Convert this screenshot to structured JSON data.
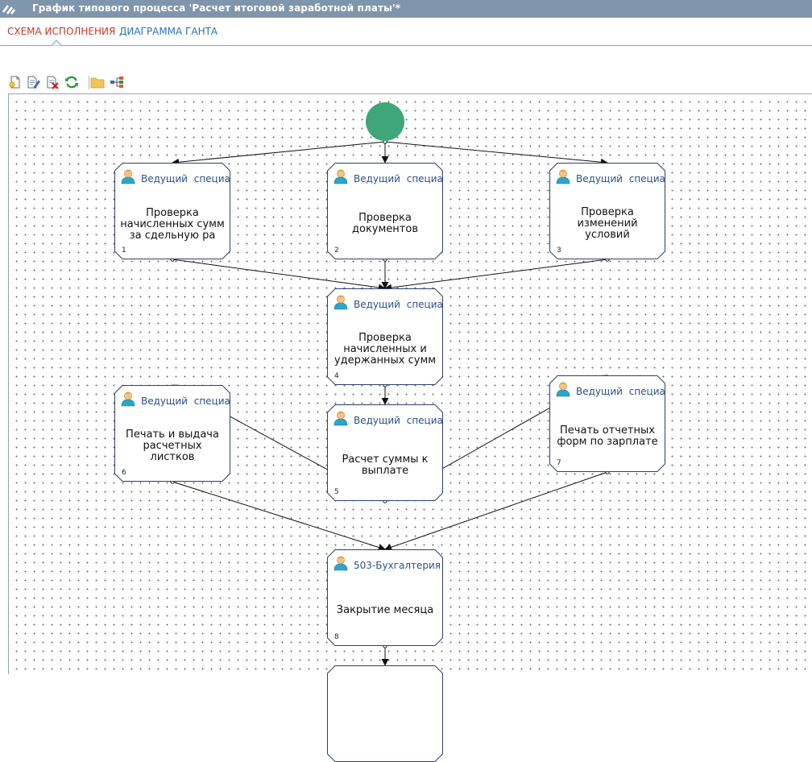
{
  "window": {
    "title": "График типового процесса  'Расчет итоговой заработной платы'*"
  },
  "tabs": [
    {
      "label": "СХЕМА ИСПОЛНЕНИЯ",
      "active": true
    },
    {
      "label": "ДИАГРАММА ГАНТА",
      "active": false
    }
  ],
  "toolbar": {
    "buttons": [
      {
        "icon": "new-document-icon"
      },
      {
        "icon": "edit-document-icon"
      },
      {
        "icon": "delete-document-icon"
      },
      {
        "icon": "refresh-icon"
      },
      {
        "icon": "folder-icon"
      },
      {
        "icon": "tree-icon"
      }
    ]
  },
  "colors": {
    "titlebar": "#7f95ac",
    "active_tab": "#c0392b",
    "inactive_tab": "#2f6fb0",
    "start_node": "#3fa67a",
    "node_border": "#2e3f6e",
    "role_text": "#2e4f86"
  },
  "process": {
    "nodes": [
      {
        "num": "1",
        "role": "Ведущий специа",
        "name": "Проверка начисленных сумм за сдельную ра"
      },
      {
        "num": "2",
        "role": "Ведущий специа",
        "name": "Проверка документов"
      },
      {
        "num": "3",
        "role": "Ведущий специа",
        "name": "Проверка изменений условий"
      },
      {
        "num": "4",
        "role": "Ведущий специа",
        "name": "Проверка начисленных и удержанных сумм"
      },
      {
        "num": "5",
        "role": "Ведущий специа",
        "name": "Расчет суммы к выплате"
      },
      {
        "num": "6",
        "role": "Ведущий специа",
        "name": "Печать и выдача расчетных листков"
      },
      {
        "num": "7",
        "role": "Ведущий специа",
        "name": "Печать отчетных форм по зарплате"
      },
      {
        "num": "8",
        "role": "503-Бухгалтерия",
        "name": "Закрытие месяца"
      }
    ]
  }
}
